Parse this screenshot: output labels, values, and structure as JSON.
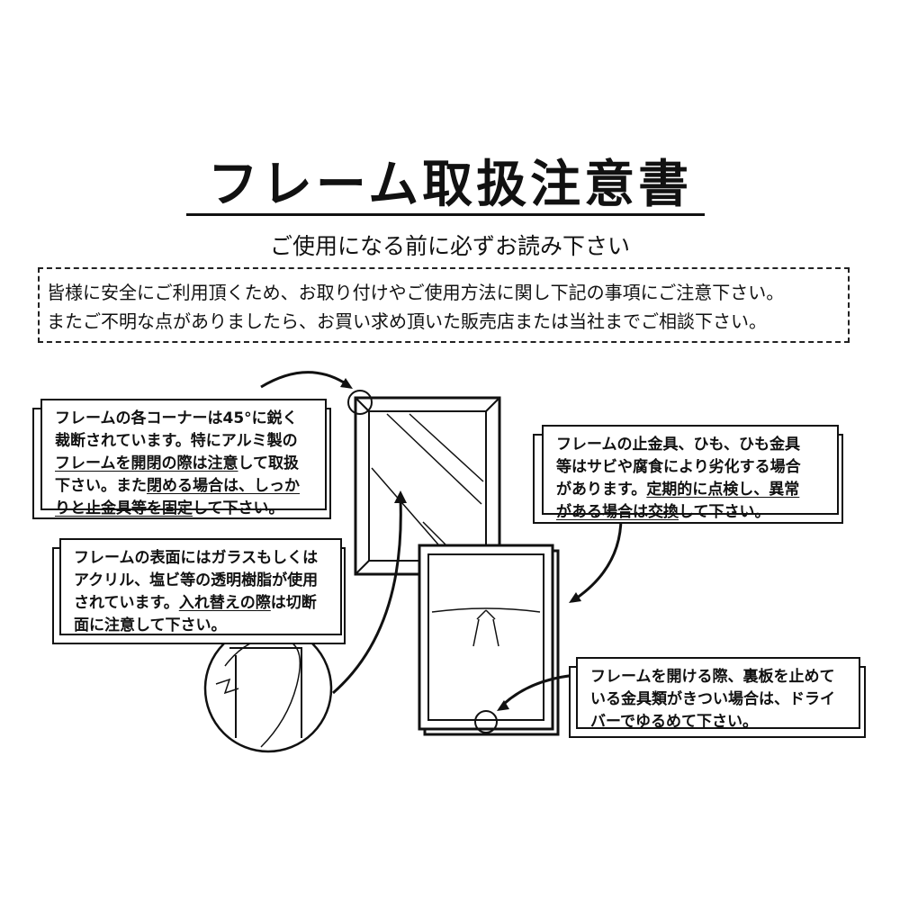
{
  "title": "フレーム取扱注意書",
  "subtitle": "ご使用になる前に必ずお読み下さい",
  "notice": {
    "lines": [
      "皆様に安全にご利用頂くため、お取り付けやご使用方法に関し下記の事項にご注意下さい。",
      "またご不明な点がありましたら、お買い求め頂いた販売店または当社までご相談下さい。"
    ]
  },
  "cards": {
    "corners": [
      [
        {
          "t": "フレームの各コーナーは45°に鋭く",
          "u": false
        }
      ],
      [
        {
          "t": "裁断されています。特にアルミ製の",
          "u": false
        }
      ],
      [
        {
          "t": "フレームを開閉の際は注意",
          "u": true
        },
        {
          "t": "して取扱",
          "u": false
        }
      ],
      [
        {
          "t": "下さい。また",
          "u": false
        },
        {
          "t": "閉める場合は、しっか",
          "u": true
        }
      ],
      [
        {
          "t": "りと止金具等を固定",
          "u": true
        },
        {
          "t": "して下さい。",
          "u": false
        }
      ]
    ],
    "surface": [
      [
        {
          "t": "フレームの表面にはガラスもしくは",
          "u": false
        }
      ],
      [
        {
          "t": "アクリル、塩ビ等の透明樹脂が使用",
          "u": false
        }
      ],
      [
        {
          "t": "されています。",
          "u": false
        },
        {
          "t": "入れ替えの際",
          "u": true
        },
        {
          "t": "は切断",
          "u": false
        }
      ],
      [
        {
          "t": "面に注意して下さい。",
          "u": false
        }
      ]
    ],
    "hardware": [
      [
        {
          "t": "フレームの止金具、ひも、ひも金具",
          "u": false
        }
      ],
      [
        {
          "t": "等はサビや腐食により劣化する場合",
          "u": false
        }
      ],
      [
        {
          "t": "があります。",
          "u": false
        },
        {
          "t": "定期的に点検し、異常",
          "u": true
        }
      ],
      [
        {
          "t": "がある場合は交換",
          "u": true
        },
        {
          "t": "して下さい。",
          "u": false
        }
      ]
    ],
    "opening": [
      [
        {
          "t": "フレームを開ける際、裏板を止めて",
          "u": false
        }
      ],
      [
        {
          "t": "いる金具類がきつい場合は、ドライ",
          "u": false
        }
      ],
      [
        {
          "t": "バーでゆるめて下さい。",
          "u": false
        }
      ]
    ]
  }
}
